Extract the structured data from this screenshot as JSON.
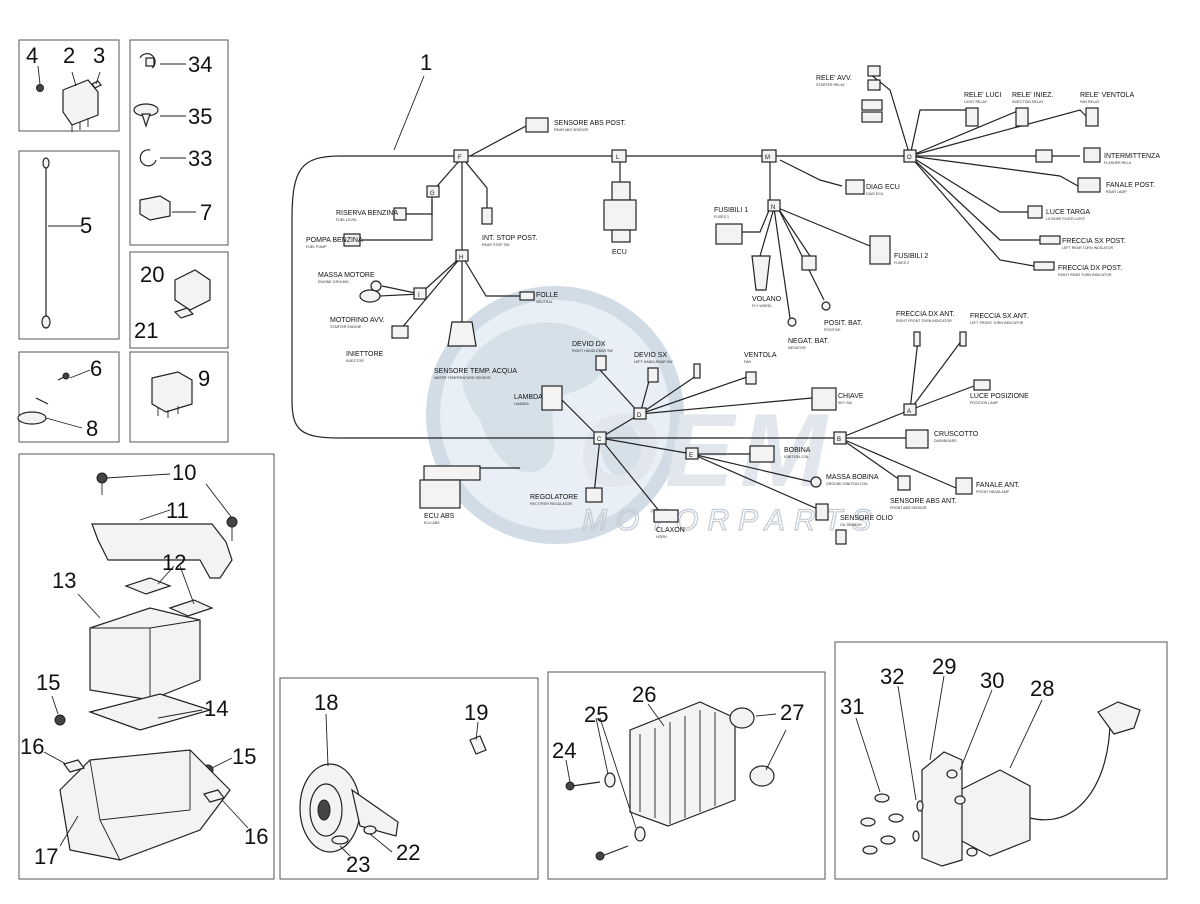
{
  "watermark": {
    "brand": "OEM",
    "sub": "MOTORPARTS"
  },
  "callouts": [
    "1",
    "2",
    "3",
    "4",
    "5",
    "6",
    "7",
    "8",
    "9",
    "10",
    "11",
    "12",
    "13",
    "14",
    "15",
    "15",
    "16",
    "16",
    "17",
    "18",
    "19",
    "20",
    "21",
    "22",
    "23",
    "24",
    "25",
    "26",
    "27",
    "28",
    "29",
    "30",
    "31",
    "32",
    "33",
    "34",
    "35"
  ],
  "connectors": [
    "F",
    "G",
    "H",
    "I",
    "L",
    "M",
    "N",
    "O",
    "C",
    "D",
    "E",
    "B",
    "A"
  ],
  "labels": {
    "sensore_abs_post": "SENSORE ABS POST.",
    "sensore_abs_post_en": "REAR ABS SENSOR",
    "rele_avv": "RELE' AVV.",
    "rele_avv_en": "STARTER RELAY",
    "rele_luci": "RELE' LUCI",
    "rele_luci_en": "LIGHT RELAY",
    "rele_iniez": "RELE' INIEZ.",
    "rele_iniez_en": "INJECTION RELAY",
    "rele_ventola": "RELE' VENTOLA",
    "rele_ventola_en": "FAN RELAY",
    "intermittenza": "INTERMITTENZA",
    "intermittenza_en": "FLASHER RELA",
    "fanale_post": "FANALE POST.",
    "fanale_post_en": "REAR LAMP",
    "luce_targa": "LUCE TARGA",
    "luce_targa_en": "LICENSE PLATE LIGHT",
    "freccia_sx_post": "FRECCIA SX POST.",
    "freccia_sx_post_en": "LEFT REAR TURN INDICATOR",
    "freccia_dx_post": "FRECCIA DX POST.",
    "freccia_dx_post_en": "RIGHT REAR TURN INDICATOR",
    "riserva_benzina": "RISERVA BENZINA",
    "riserva_benzina_en": "FUEL LEVEL",
    "pompa_benzina": "POMPA BENZINA",
    "pompa_benzina_en": "FUEL PUMP",
    "int_stop_post": "INT. STOP POST.",
    "int_stop_post_en": "REAR STOP SW",
    "ecu": "ECU",
    "fusibili_1": "FUSIBILI 1",
    "fusibili_1_en": "FUSES 1",
    "fusibili_2": "FUSIBILI 2",
    "fusibili_2_en": "FUSES 2",
    "diag_ecu": "DIAG ECU",
    "diag_ecu_en": "DIAG ECU",
    "massa_motore": "MASSA MOTORE",
    "massa_motore_en": "ENGINE GROUND",
    "motorino_avv": "MOTORINO AVV.",
    "motorino_avv_en": "STARTER ENGINE",
    "folle": "FOLLE",
    "folle_en": "NEUTRAL",
    "iniettore": "INIETTORE",
    "iniettore_en": "INJECTOR",
    "sensore_temp_acqua": "SENSORE TEMP. ACQUA",
    "sensore_temp_acqua_en": "WATER TEMPERATURE SENSOR",
    "volano": "VOLANO",
    "volano_en": "FLY WHEEL",
    "negat_bat": "NEGAT. BAT.",
    "negat_bat_en": "NEGATIVE",
    "posit_bat": "POSIT. BAT.",
    "posit_bat_en": "POSITIVE",
    "devio_dx": "DEVIO DX",
    "devio_dx_en": "RIGHT HANDLEBAR SW",
    "devio_sx": "DEVIO SX",
    "devio_sx_en": "LEFT HANDLEBAR SW",
    "ventola": "VENTOLA",
    "ventola_en": "FAN",
    "freccia_dx_ant": "FRECCIA DX ANT.",
    "freccia_dx_ant_en": "RIGHT FRONT TURN INDICATOR",
    "freccia_sx_ant": "FRECCIA SX ANT.",
    "freccia_sx_ant_en": "LEFT FRONT TURN INDICATOR",
    "lambda": "LAMBDA",
    "lambda_en": "LAMBDA",
    "chiave": "CHIAVE",
    "chiave_en": "KEY SW",
    "luce_posizione": "LUCE POSIZIONE",
    "luce_posizione_en": "POSITION LAMP",
    "cruscotto": "CRUSCOTTO",
    "cruscotto_en": "DASHBOARD",
    "bobina": "BOBINA",
    "bobina_en": "IGNITION COIL",
    "massa_bobina": "MASSA BOBINA",
    "massa_bobina_en": "GROUND IGNITION COIL",
    "ecu_abs": "ECU ABS",
    "ecu_abs_en": "ECU ABS",
    "regolatore": "REGOLATORE",
    "regolatore_en": "RECTIFIER REGULATOR",
    "claxon": "CLAXON",
    "claxon_en": "HORN",
    "sensore_olio": "SENSORE OLIO",
    "sensore_olio_en": "OIL SENSOR",
    "sensore_abs_ant": "SENSORE ABS ANT.",
    "sensore_abs_ant_en": "FRONT ABS SENSOR",
    "fanale_ant": "FANALE ANT.",
    "fanale_ant_en": "FRONT HEADLAMP"
  }
}
